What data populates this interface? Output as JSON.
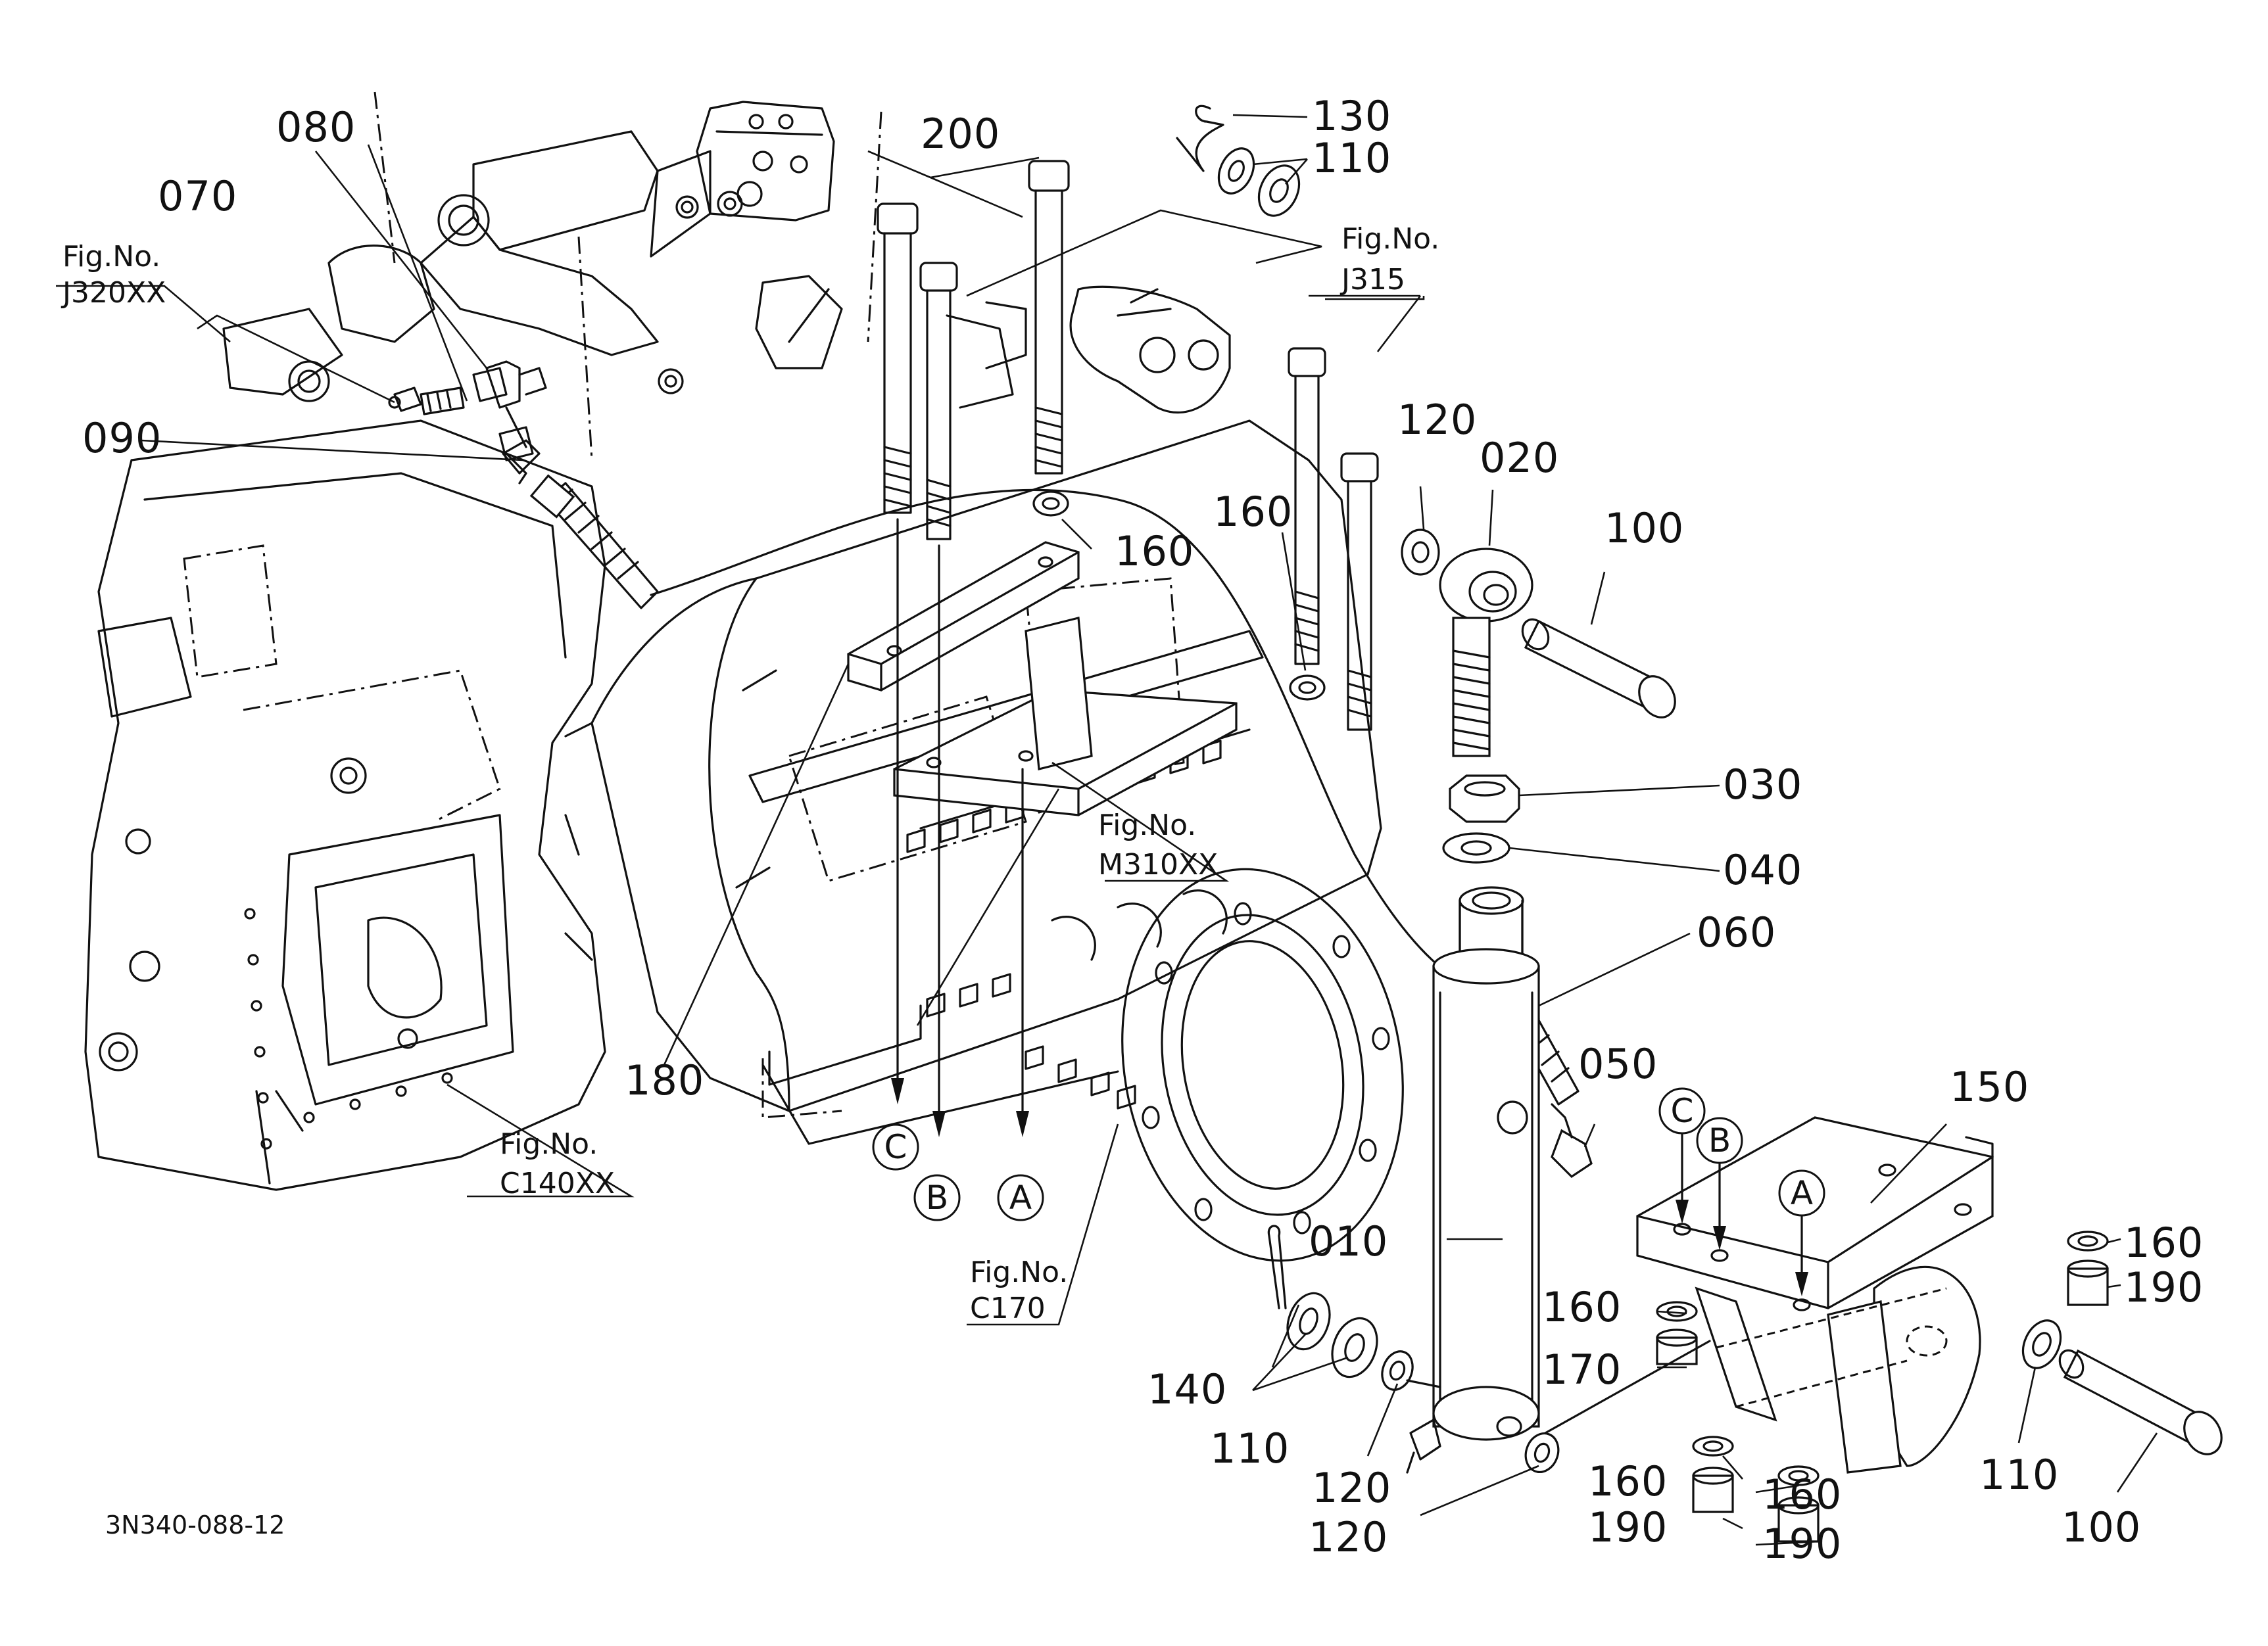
{
  "drawing_code": "3N340-088-12",
  "figure_refs": {
    "j320xx": {
      "line1": "Fig.No.",
      "line2": "J320XX"
    },
    "j315": {
      "line1": "Fig.No.",
      "line2": "J315"
    },
    "m310xx": {
      "line1": "Fig.No.",
      "line2": "M310XX"
    },
    "c140xx": {
      "line1": "Fig.No.",
      "line2": "C140XX"
    },
    "c170": {
      "line1": "Fig.No.",
      "line2": "C170"
    }
  },
  "part_labels": {
    "p010": "010",
    "p020": "020",
    "p030": "030",
    "p040": "040",
    "p050": "050",
    "p060": "060",
    "p070": "070",
    "p080": "080",
    "p090": "090",
    "p100_upper": "100",
    "p100_lower": "100",
    "p110_top": "110",
    "p110_left": "110",
    "p110_right": "110",
    "p120_upper": "120",
    "p120_mid": "120",
    "p120_lower": "120",
    "p130": "130",
    "p140": "140",
    "p150": "150",
    "p160_bolt_washer": "160",
    "p160_mid": "160",
    "p160_right_top": "160",
    "p160_left": "160",
    "p160_bottom_left": "160",
    "p160_bottom_right": "160",
    "p170": "170",
    "p180": "180",
    "p190_right": "190",
    "p190_bottom_left": "190",
    "p190_bottom_right": "190",
    "p200": "200"
  },
  "reference_markers": {
    "left_c": "C",
    "left_b": "B",
    "left_a": "A",
    "right_c": "C",
    "right_b": "B",
    "right_a": "A"
  }
}
